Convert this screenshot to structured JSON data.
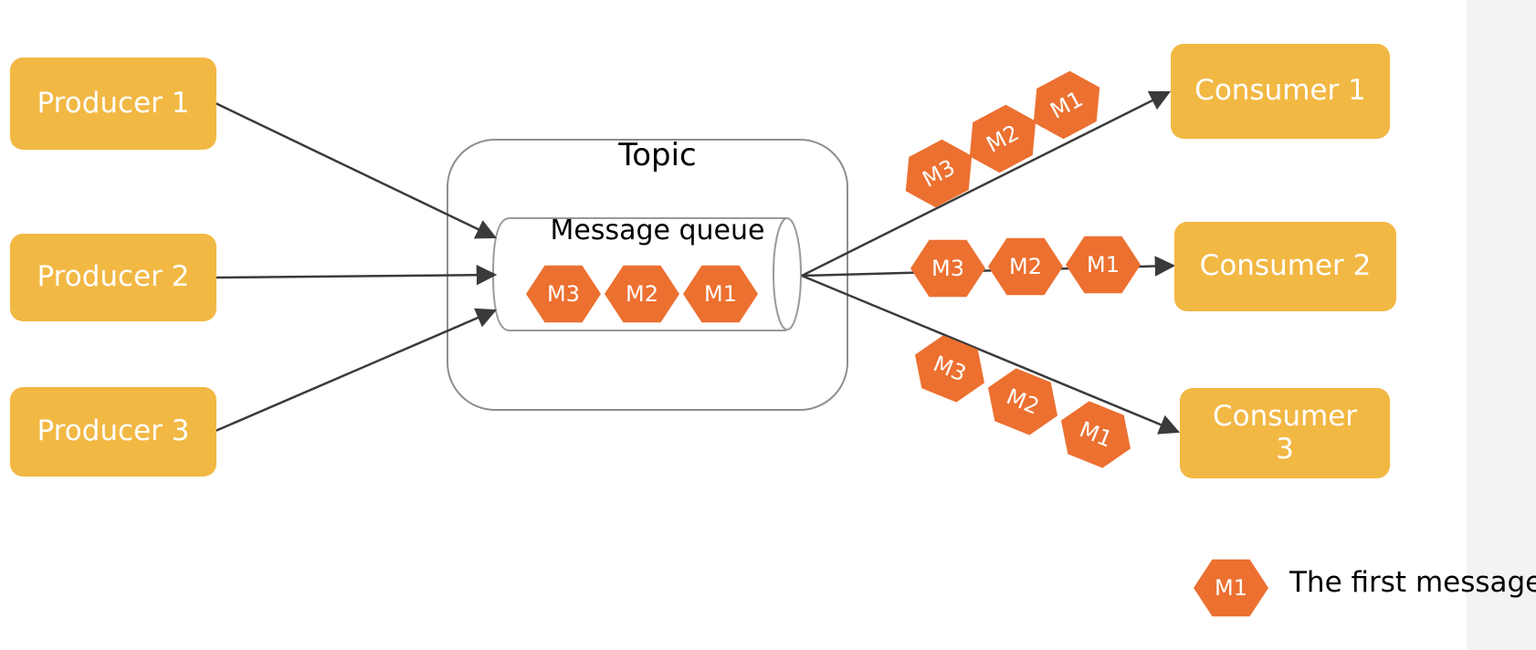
{
  "producers": [
    {
      "label": "Producer 1"
    },
    {
      "label": "Producer 2"
    },
    {
      "label": "Producer 3"
    }
  ],
  "consumers": [
    {
      "label": "Consumer 1"
    },
    {
      "label": "Consumer 2"
    },
    {
      "label": "Consumer\n3"
    }
  ],
  "topic": {
    "label": "Topic"
  },
  "queue": {
    "label": "Message queue",
    "messages": [
      "M3",
      "M2",
      "M1"
    ]
  },
  "consumer_flows": [
    {
      "messages": [
        "M3",
        "M2",
        "M1"
      ]
    },
    {
      "messages": [
        "M3",
        "M2",
        "M1"
      ]
    },
    {
      "messages": [
        "M3",
        "M2",
        "M1"
      ]
    }
  ],
  "legend": {
    "symbol": "M1",
    "text": "The first message"
  },
  "colors": {
    "box": "#f2b844",
    "message": "#ec7030",
    "line": "#3a3a3a",
    "border": "#9a9a9a"
  }
}
